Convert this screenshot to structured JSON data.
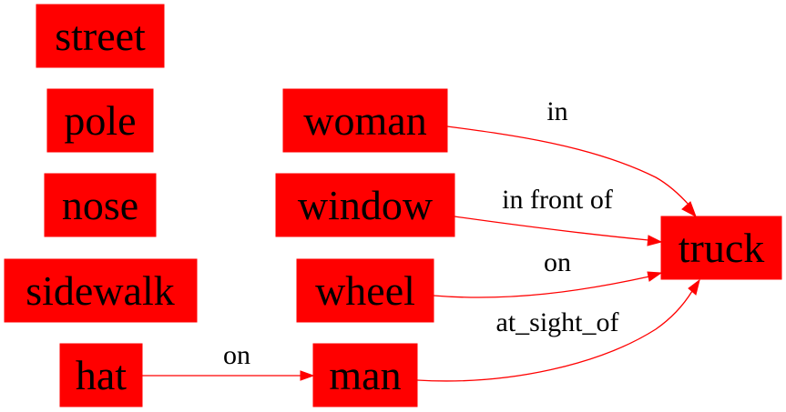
{
  "colors": {
    "node_fill": "#ff0000",
    "edge": "#ff0000",
    "text": "#000000",
    "background": "#ffffff"
  },
  "nodes": {
    "street": "street",
    "pole": "pole",
    "nose": "nose",
    "sidewalk": "sidewalk",
    "hat": "hat",
    "woman": "woman",
    "window": "window",
    "wheel": "wheel",
    "man": "man",
    "truck": "truck"
  },
  "edges": {
    "woman_truck": {
      "from": "woman",
      "to": "truck",
      "label": "in"
    },
    "window_truck": {
      "from": "window",
      "to": "truck",
      "label": "in front of"
    },
    "wheel_truck": {
      "from": "wheel",
      "to": "truck",
      "label": "on"
    },
    "man_truck": {
      "from": "man",
      "to": "truck",
      "label": "at_sight_of"
    },
    "hat_man": {
      "from": "hat",
      "to": "man",
      "label": "on"
    }
  }
}
